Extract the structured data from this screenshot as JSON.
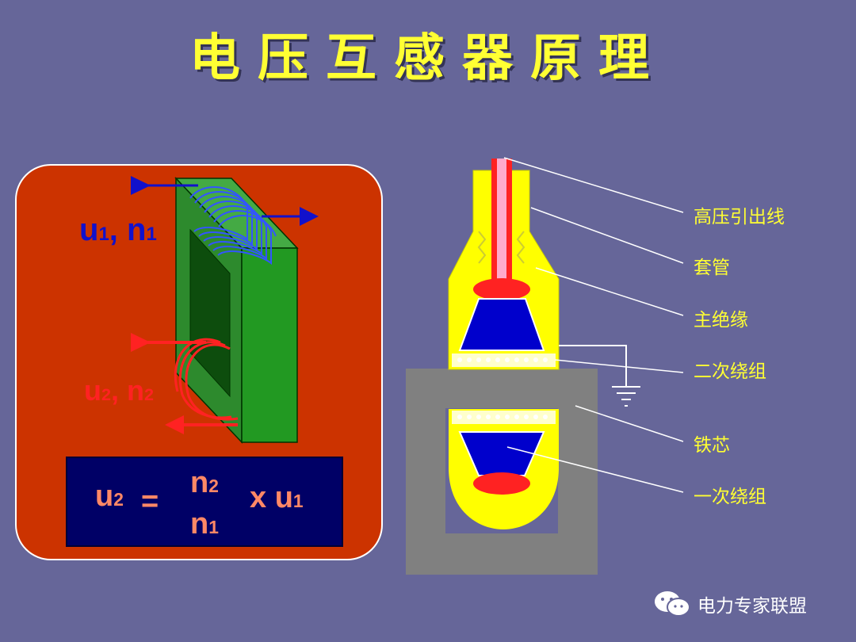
{
  "title": "电压互感器原理",
  "left_diagram": {
    "primary_label": {
      "main": "u",
      "sub1": "1",
      "sep": ", n",
      "sub2": "1"
    },
    "secondary_label": {
      "main": "u",
      "sub1": "2",
      "sep": ", n",
      "sub2": "2"
    },
    "formula": {
      "lhs_main": "u",
      "lhs_sub": "2",
      "equals": "=",
      "num_main": "n",
      "num_sub": "2",
      "den_main": "n",
      "den_sub": "1",
      "times": "x u",
      "rhs_sub": "1"
    }
  },
  "right_diagram": {
    "callouts": [
      "高压引出线",
      "套管",
      "主绝缘",
      "二次绕组",
      "铁芯",
      "一次绕组"
    ]
  },
  "watermark": {
    "text": "电力专家联盟",
    "icon": "wechat-icon"
  },
  "colors": {
    "background": "#666699",
    "title": "#ffff33",
    "panel": "#cc3300",
    "core": "#228b22",
    "primary": "#1111cc",
    "secondary": "#ff2222",
    "insulation": "#ffff00",
    "iron_core": "#808080"
  }
}
